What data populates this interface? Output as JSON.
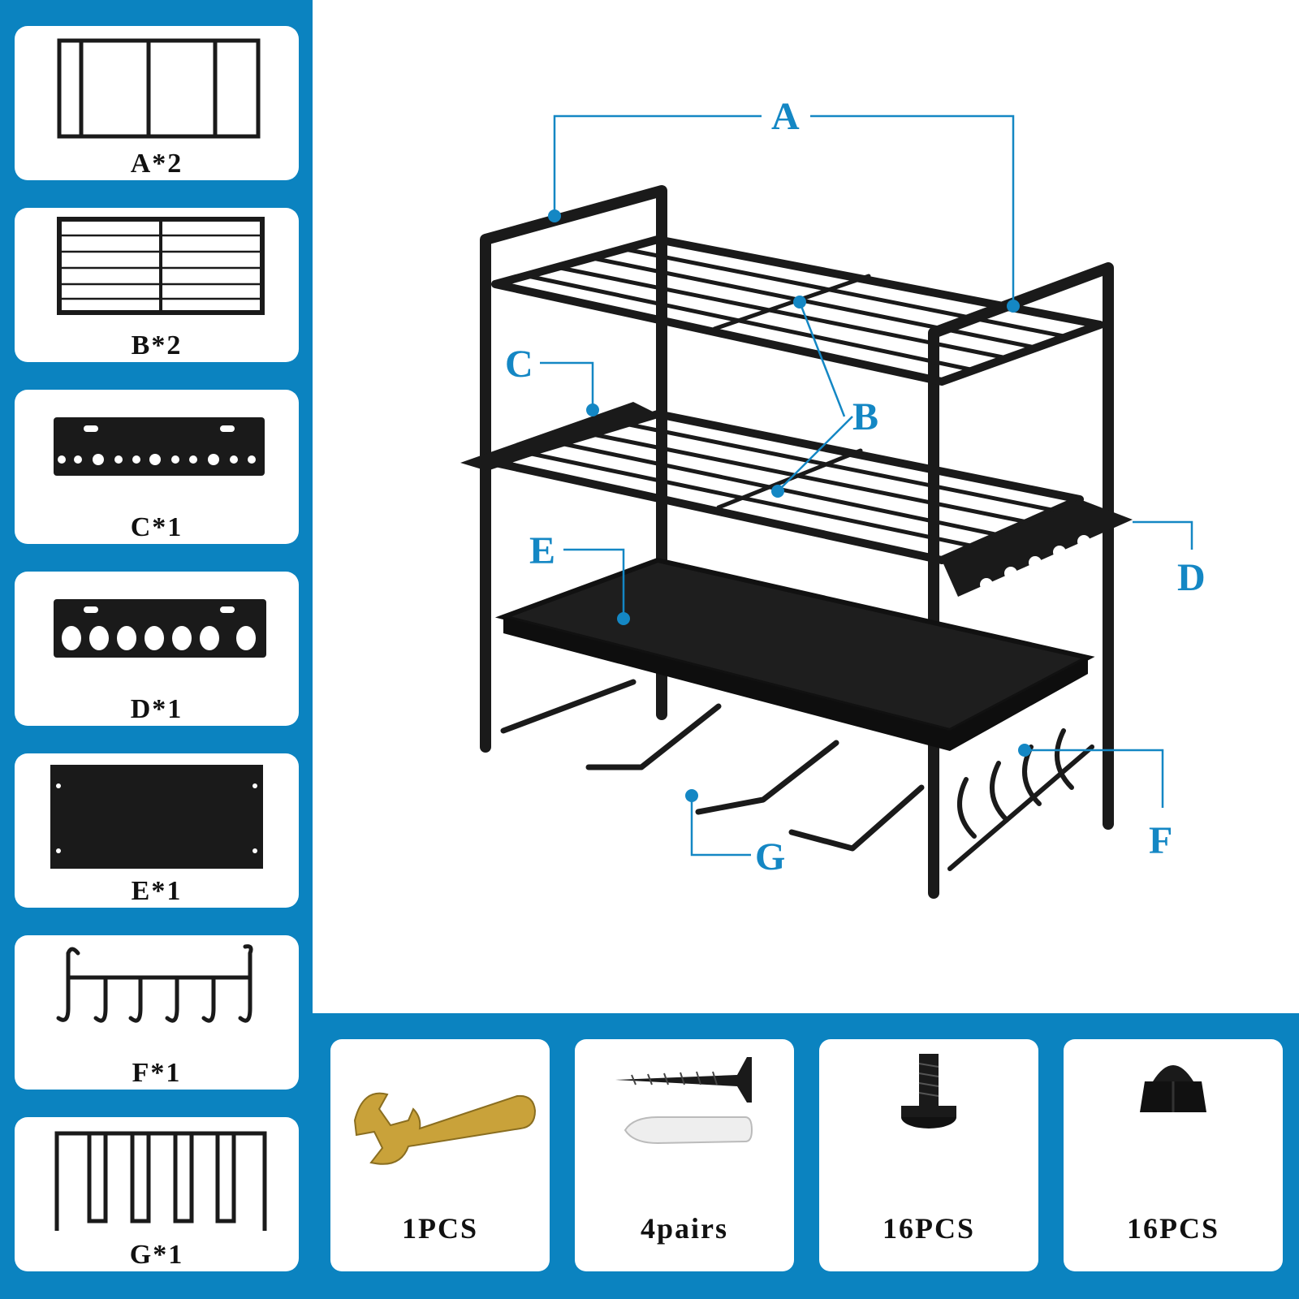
{
  "colors": {
    "accent": "#0b83c0",
    "callout": "#1487c4",
    "metal": "#1a1a1a"
  },
  "parts": [
    {
      "label": "A*2",
      "icon": "side-frame-icon"
    },
    {
      "label": "B*2",
      "icon": "wire-shelf-icon"
    },
    {
      "label": "C*1",
      "icon": "small-hole-plate-icon"
    },
    {
      "label": "D*1",
      "icon": "large-hole-plate-icon"
    },
    {
      "label": "E*1",
      "icon": "solid-shelf-icon"
    },
    {
      "label": "F*1",
      "icon": "hook-bar-icon"
    },
    {
      "label": "G*1",
      "icon": "drill-holder-icon"
    }
  ],
  "callouts": {
    "A": "A",
    "B": "B",
    "C": "C",
    "D": "D",
    "E": "E",
    "F": "F",
    "G": "G"
  },
  "hardware": [
    {
      "label": "1PCS",
      "icon": "wrench-icon"
    },
    {
      "label": "4pairs",
      "icon": "screw-anchor-icon"
    },
    {
      "label": "16PCS",
      "icon": "bolt-icon"
    },
    {
      "label": "16PCS",
      "icon": "cap-nut-icon"
    }
  ]
}
